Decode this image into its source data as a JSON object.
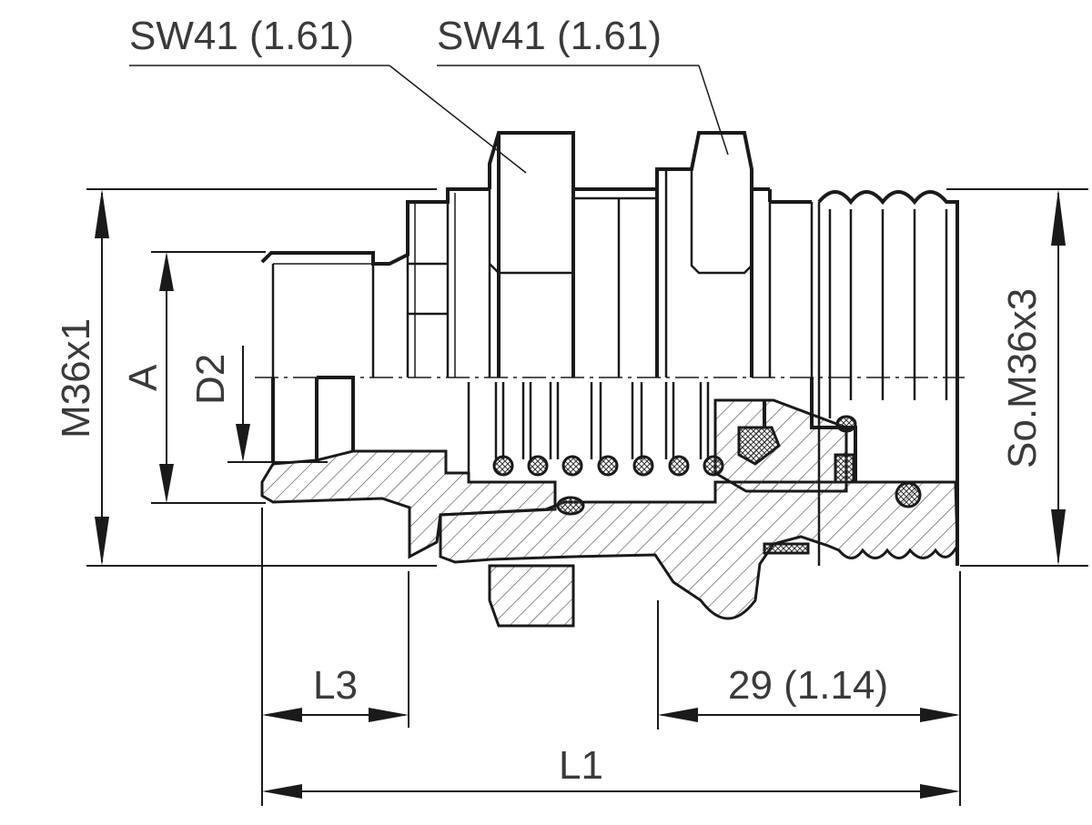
{
  "labels": {
    "sw_left": "SW41 (1.61)",
    "sw_right": "SW41 (1.61)",
    "thread_left": "M36x1",
    "dim_a": "A",
    "dim_d2": "D2",
    "thread_right": "So.M36x3",
    "dim_l3": "L3",
    "dim_29": "29 (1.14)",
    "dim_l1": "L1"
  }
}
